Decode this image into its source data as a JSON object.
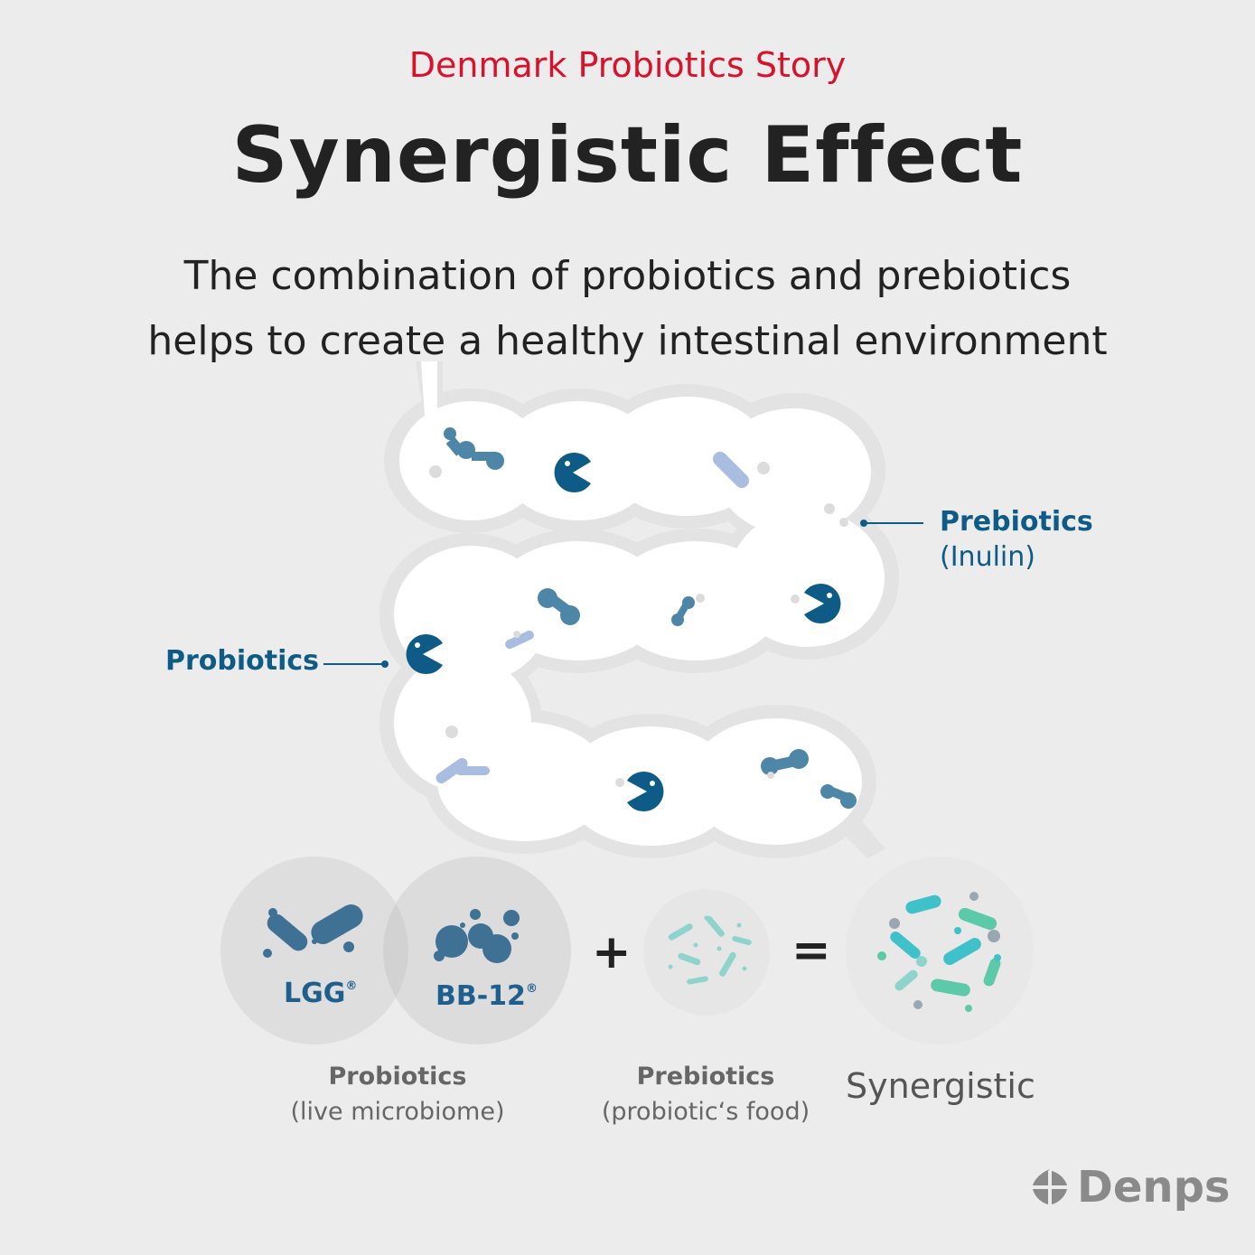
{
  "header": {
    "eyebrow": "Denmark Probiotics Story",
    "title": "Synergistic Effect",
    "subtitle_line1": "The combination of probiotics and prebiotics",
    "subtitle_line2": "helps to create a healthy intestinal environment"
  },
  "diagram": {
    "prebiotics_label": "Prebiotics",
    "prebiotics_sub": "(Inulin)",
    "probiotics_label": "Probiotics"
  },
  "equation": {
    "strain1": "LGG",
    "strain2": "BB-12",
    "registered_mark": "®",
    "plus": "+",
    "equals": "=",
    "probiotics_caption": "Probiotics",
    "probiotics_sub": "(live microbiome)",
    "prebiotics_caption": "Prebiotics",
    "prebiotics_sub": "(probiotic‘s food)",
    "result": "Synergistic"
  },
  "brand": {
    "name": "Denps",
    "icon": "denps-logo-icon"
  },
  "colors": {
    "accent_red": "#d9112a",
    "probiotic_blue": "#0d5b86",
    "prebiotic_lavender": "#a9bde0",
    "synergy_teal": "#3fc1c9"
  }
}
